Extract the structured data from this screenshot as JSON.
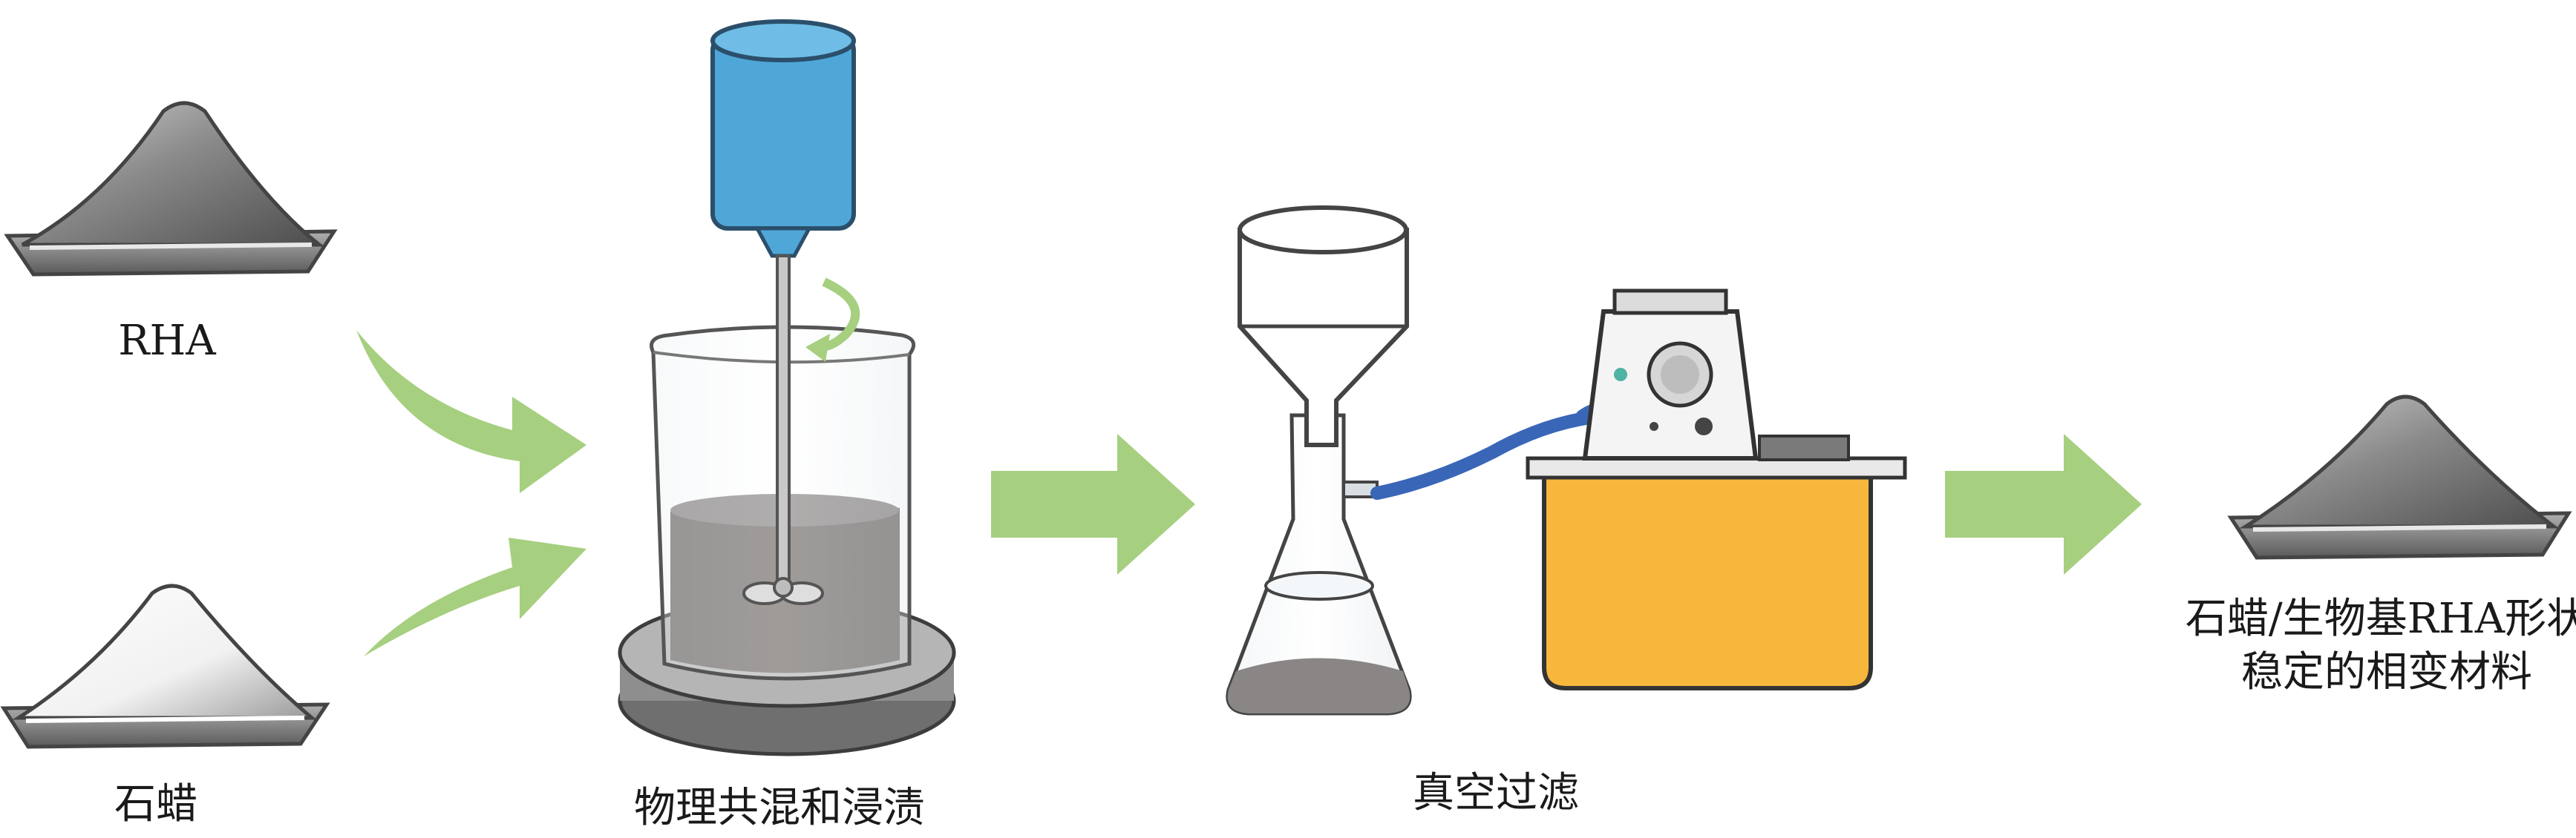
{
  "labels": {
    "rha": "RHA",
    "paraffin": "石蜡",
    "mixing": "物理共混和浸渍",
    "vacuum": "真空过滤",
    "product_line1": "石蜡/生物基RHA形状",
    "product_line2": "稳定的相变材料"
  },
  "colors": {
    "arrow_green": "#a6cf7f",
    "motor_blue": "#4fa7d8",
    "hose_blue": "#3a66b8",
    "pump_yellow": "#f6b73c",
    "mixture_gray": "#6b6663",
    "outline": "#3d3d3d"
  }
}
